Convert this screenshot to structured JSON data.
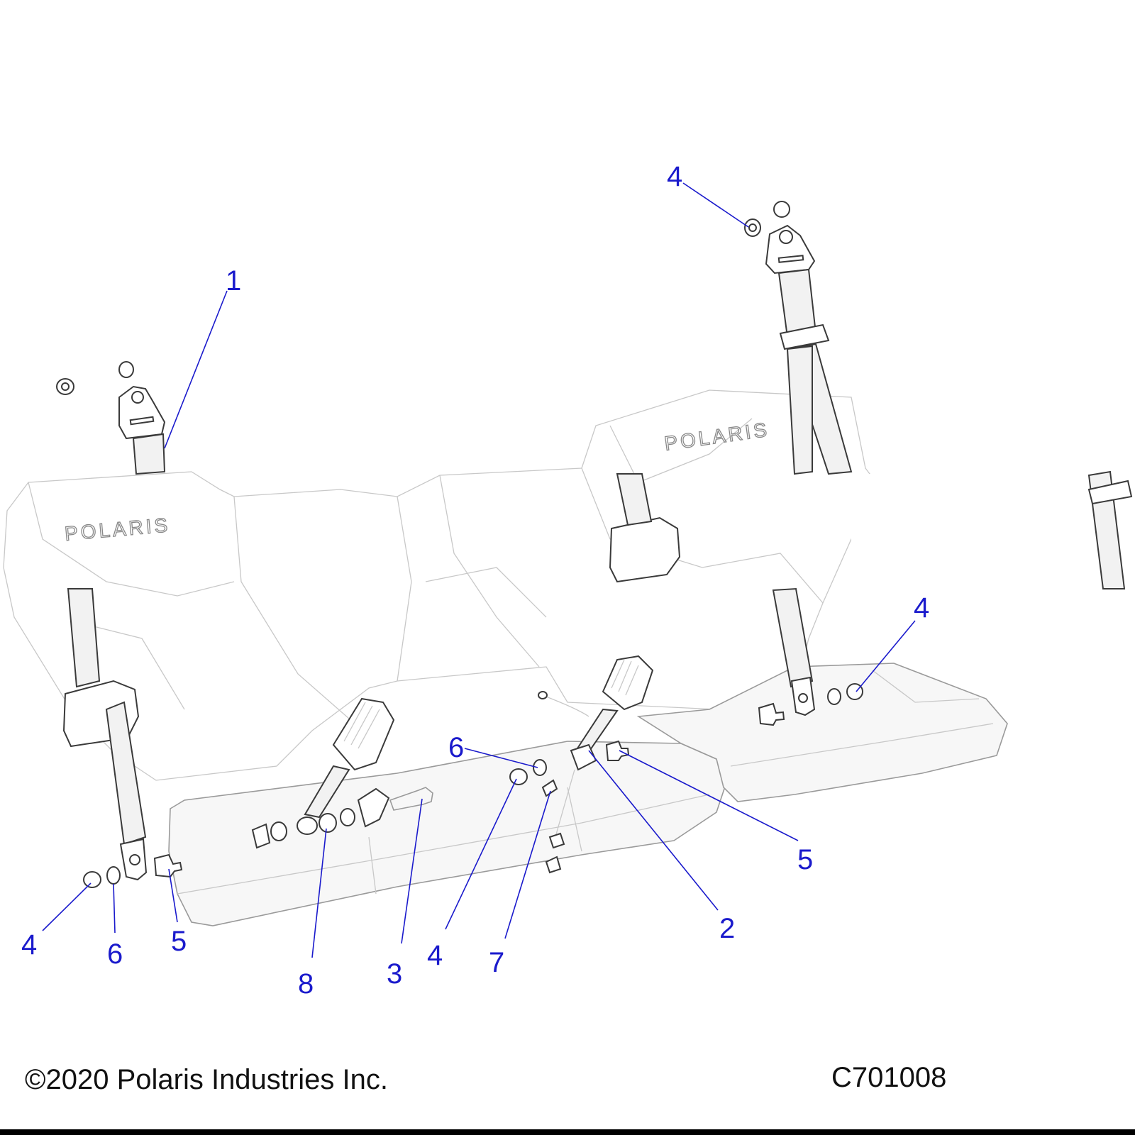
{
  "callouts": {
    "c1": "1",
    "c2": "2",
    "c3": "3",
    "c4a": "4",
    "c4b": "4",
    "c4c": "4",
    "c4d": "4",
    "c5a": "5",
    "c5b": "5",
    "c6a": "6",
    "c6b": "6",
    "c7": "7",
    "c8": "8"
  },
  "logos": {
    "left_seat": "POLARIS",
    "right_seat": "POLARIS"
  },
  "footer": {
    "copyright": "©2020 Polaris Industries Inc.",
    "code": "C701008"
  },
  "colors": {
    "callout": "#1a1acc",
    "line_art": "#3a3a3a",
    "ghost_art": "#c8c8c8"
  }
}
